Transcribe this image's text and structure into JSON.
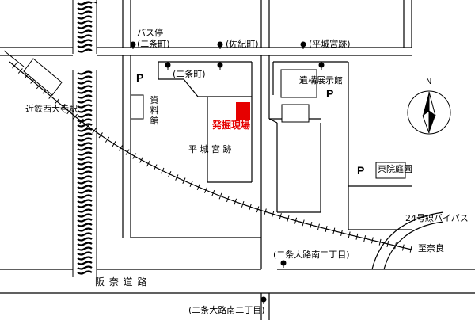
{
  "labels": {
    "bus_stop": "バス停",
    "nijo_cho_top": "(二条町)",
    "saki_cho": "(佐紀町)",
    "heijo_miyaato": "(平城宮跡)",
    "nijo_cho_mid": "(二条町)",
    "iko_tenjikan": "遺構展示館",
    "shiryokan": "資料館",
    "hakkutsu_genba": "発掘現場",
    "heijokyu_ato": "平 城 宮 跡",
    "togu_teien": "東院庭園",
    "kintetsu_saidaiji": "近鉄西大寺駅",
    "route24_bypass": "24号線バイパス",
    "to_nara": "至奈良",
    "nijo_oji_minami_1": "(二条大路南二丁目)",
    "hanna_road": "阪 奈 道 路",
    "nijo_oji_minami_2": "(二条大路南二丁目)"
  },
  "parking": [
    "P",
    "P",
    "P"
  ],
  "compass": {
    "north": "N",
    "icon": "north-arrow-icon"
  },
  "colors": {
    "excavation": "#e60000",
    "line": "#000000"
  }
}
